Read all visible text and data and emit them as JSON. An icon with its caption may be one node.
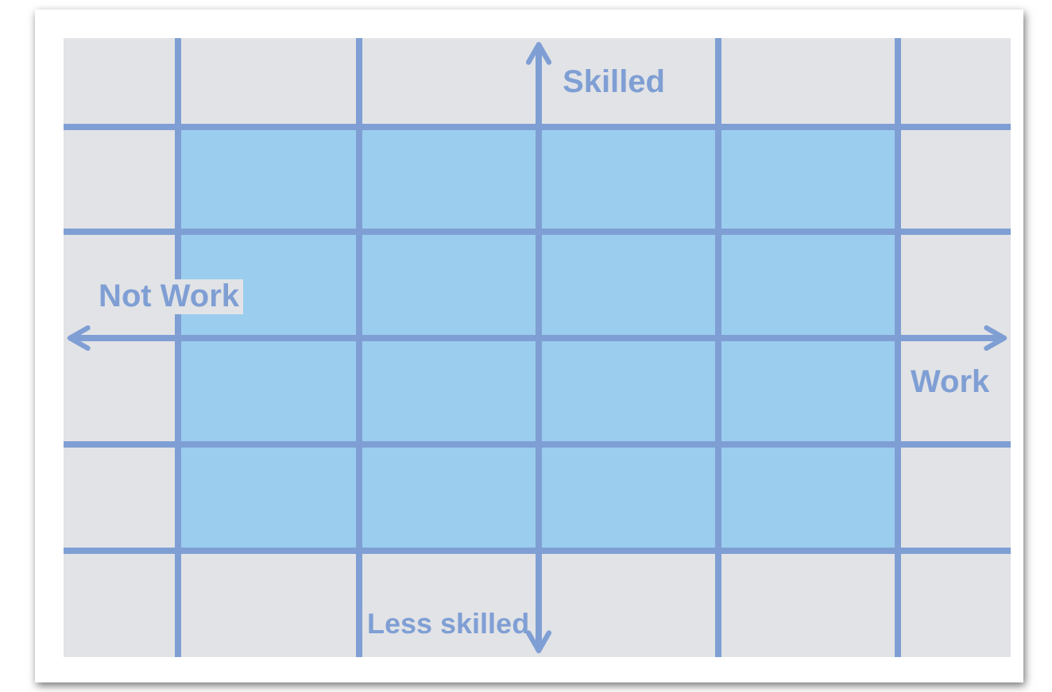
{
  "diagram": {
    "labels": [
      "Skilled",
      "Not Work",
      "Work",
      "Less skilled"
    ]
  }
}
